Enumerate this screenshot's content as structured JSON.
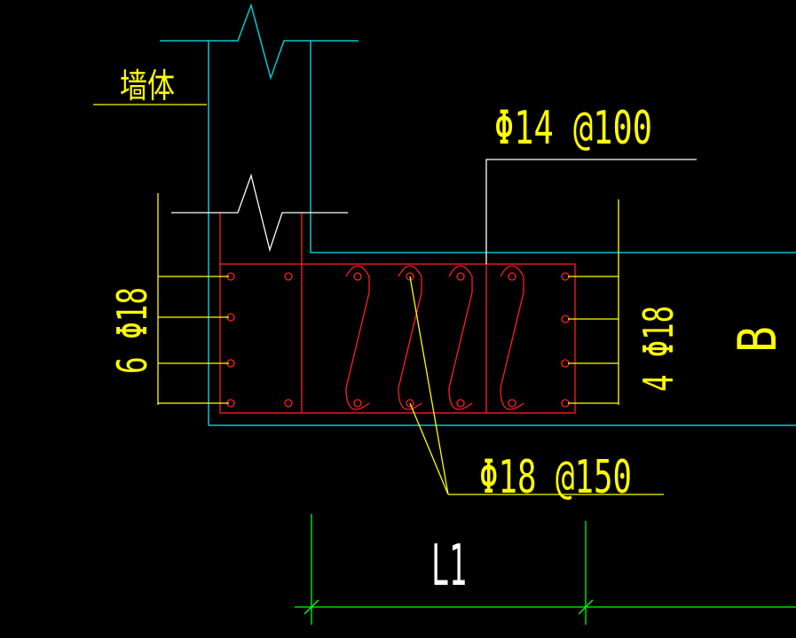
{
  "labels": {
    "wall": "墙体",
    "top_rebar": "Φ14 @100",
    "left_rebar": "6 Φ18",
    "right_rebar": "4 Φ18",
    "dimension_b": "B",
    "stirrup_rebar": "Φ18 @150",
    "dimension_l1": "L1"
  },
  "colors": {
    "background": "#000000",
    "outline": "#00c8d2",
    "rebar": "#ff2020",
    "leader": "#ffff00",
    "dimension": "#00ff00"
  }
}
